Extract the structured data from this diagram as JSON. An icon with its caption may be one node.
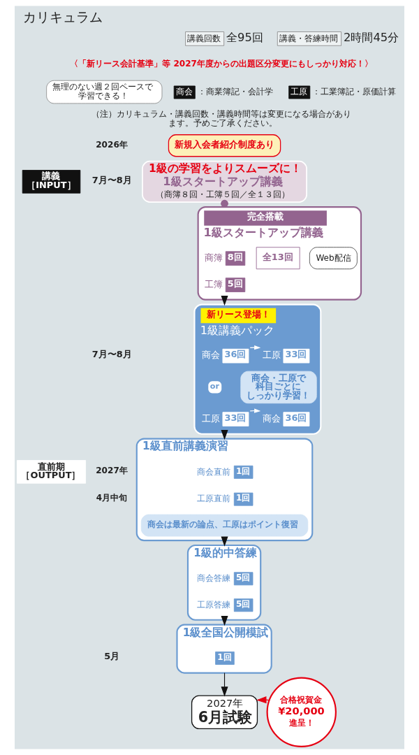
{
  "diagram": {
    "title": "カリキュラム",
    "nodes": [
      {
        "text": [
          "講義回数"
        ],
        "beside": [
          "全95回"
        ]
      },
      {
        "text": [
          "講義・答練時間"
        ],
        "beside": [
          "2時間45分"
        ]
      },
      {
        "text": [
          "無理のない週２回ペースで学習できる！"
        ]
      },
      {
        "text": [
          "商会"
        ],
        "beside": [
          "：商業簿記・会計学"
        ]
      },
      {
        "text": [
          "工原"
        ],
        "beside": [
          "：工業簿記・原価計算"
        ]
      },
      {
        "text": [
          "新規入会者紹介制度あり"
        ]
      },
      {
        "text": [
          "講義［INPUT］"
        ]
      },
      {
        "text": [
          "1級の学習をよりスムーズに！",
          "1級スタートアップ講義",
          "（商簿８回・工簿５回／全１３回）"
        ]
      },
      {
        "text": [
          "完全搭載",
          "1級スタートアップ講義"
        ]
      },
      {
        "text": [
          "Web配信"
        ],
        "in": 8
      },
      {
        "text": [
          "8回"
        ],
        "beside": [
          "商簿"
        ],
        "in": 8
      },
      {
        "text": [
          "5回"
        ],
        "beside": [
          "工簿"
        ],
        "in": 8
      },
      {
        "text": [
          "全13回"
        ],
        "in": 8
      },
      {
        "text": [
          "新リース登場！",
          "1級講義パック"
        ]
      },
      {
        "text": [
          "36回"
        ],
        "beside": [
          "商会"
        ],
        "in": 13
      },
      {
        "text": [
          "33回"
        ],
        "beside": [
          "工原"
        ],
        "in": 13
      },
      {
        "text": [
          "33回"
        ],
        "beside": [
          "工原"
        ],
        "in": 13
      },
      {
        "text": [
          "36回"
        ],
        "beside": [
          "商会"
        ],
        "in": 13
      },
      {
        "text": [
          "商会・工原で科目ごとにしっかり学習！"
        ],
        "in": 13
      },
      {
        "text": [
          "直前期［OUTPUT］"
        ]
      },
      {
        "text": [
          "1級直前講義演習"
        ]
      },
      {
        "text": [
          "1回"
        ],
        "beside": [
          "商会直前"
        ],
        "in": 20
      },
      {
        "text": [
          "1回"
        ],
        "beside": [
          "工原直前"
        ],
        "in": 20
      },
      {
        "text": [
          "商会は最新の論点、工原はポイント復習"
        ],
        "in": 20
      },
      {
        "text": [
          "1級的中答練"
        ]
      },
      {
        "text": [
          "5回"
        ],
        "beside": [
          "商会答練"
        ],
        "in": 24
      },
      {
        "text": [
          "5回"
        ],
        "beside": [
          "工原答練"
        ],
        "in": 24
      },
      {
        "text": [
          "1級全国公開模試"
        ]
      },
      {
        "text": [
          "1回"
        ],
        "in": 27
      },
      {
        "text": [
          "2027年",
          "6月試験"
        ]
      },
      {
        "text": [
          "合格祝賀金",
          "¥20,000",
          "進呈！"
        ]
      }
    ],
    "edges": [
      {
        "from": 7,
        "to": 8,
        "arrow": "other",
        "color": "#93648f"
      },
      {
        "from": 8,
        "to": 13,
        "arrow": "to",
        "color": "#111111"
      },
      {
        "from": 14,
        "to": 15,
        "arrow": "to",
        "color": "#ffffff"
      },
      {
        "from": 16,
        "to": 17,
        "arrow": "to",
        "color": "#ffffff"
      },
      {
        "from": 13,
        "to": 20,
        "arrow": "to",
        "color": "#111111"
      },
      {
        "from": 20,
        "to": 24,
        "arrow": "to",
        "color": "#111111"
      },
      {
        "from": 24,
        "to": 27,
        "arrow": "to",
        "color": "#111111"
      },
      {
        "from": 27,
        "to": 29,
        "arrow": "to",
        "color": "#111111"
      },
      {
        "from": 30,
        "to": 29,
        "arrow": "to",
        "color": "#e60012"
      }
    ],
    "labels": [
      "〈「新リース会計基準」等 2027年度からの出題区分変更にもしっかり対応！〉",
      "（注）カリキュラム・講義回数・講義時間等は変更になる場合があります。予めご了承ください。",
      "2026年",
      "7月〜8月",
      "7月〜8月",
      "or",
      "2027年",
      "4月中旬",
      "5月"
    ]
  }
}
